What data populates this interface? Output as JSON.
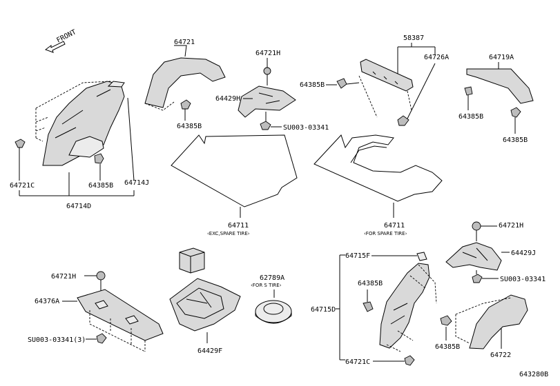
{
  "diagram_id": "643280B",
  "direction_label": "FRONT",
  "parts": {
    "p58387": "58387",
    "p64721_top": "64721",
    "p64721H_a": "64721H",
    "p64726A": "64726A",
    "p64719A": "64719A",
    "p64385B_a": "64385B",
    "p64429H": "64429H",
    "p64385B_b": "64385B",
    "pSU003_a": "SU003-03341",
    "p64385B_c": "64385B",
    "p64385B_d": "64385B",
    "p64721C_a": "64721C",
    "p64385B_e": "64385B",
    "p64714J": "64714J",
    "p64714D": "64714D",
    "p64711_a": "64711",
    "p64711_b": "64711",
    "p64721H_b": "64721H",
    "p64429J": "64429J",
    "pSU003_b": "SU003-03341",
    "p64715F": "64715F",
    "p64385B_f": "64385B",
    "p64715D": "64715D",
    "p64721H_c": "64721H",
    "p64376A": "64376A",
    "p62789A": "62789A",
    "pSU003_c": "SU003-03341(3)",
    "p64429F": "64429F",
    "p64385B_g": "64385B",
    "p64722": "64722",
    "p64721C_b": "64721C"
  },
  "captions": {
    "exc_spare": "‹EXC,SPARE TIRE›",
    "for_spare": "‹FOR SPARE TIRE›",
    "for_s_tire": "‹FOR S TIRE›"
  }
}
